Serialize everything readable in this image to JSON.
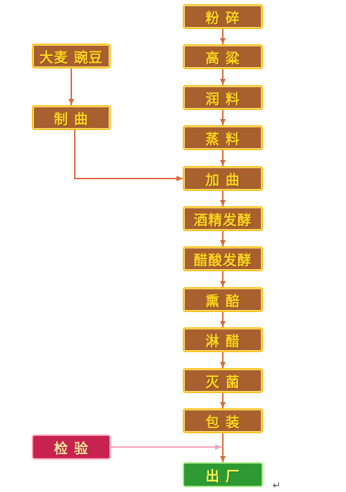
{
  "colors": {
    "node_fill": "#a8602e",
    "node_border": "#ffc21e",
    "node_text": "#ffd21e",
    "arrow": "#d96a3a",
    "inspect_fill": "#c8224e",
    "inspect_arrow": "#f5a0b8",
    "exit_fill": "#2e9a34"
  },
  "main_steps": [
    {
      "id": "crush",
      "label": "粉 碎"
    },
    {
      "id": "sorghum",
      "label": "高 粱"
    },
    {
      "id": "moisten",
      "label": "润 料"
    },
    {
      "id": "steam",
      "label": "蒸 料"
    },
    {
      "id": "add-qu",
      "label": "加 曲"
    },
    {
      "id": "alcohol-ferment",
      "label": "酒精发酵"
    },
    {
      "id": "acetic-ferment",
      "label": "醋酸发酵"
    },
    {
      "id": "smoke",
      "label": "熏 醅"
    },
    {
      "id": "leach",
      "label": "淋 醋"
    },
    {
      "id": "sterilize",
      "label": "灭 菌"
    },
    {
      "id": "package",
      "label": "包 装"
    }
  ],
  "side_steps": {
    "raw": {
      "label": "大麦 豌豆"
    },
    "make_qu": {
      "label": "制 曲"
    },
    "inspect": {
      "label": "检 验"
    }
  },
  "exit": {
    "label": "出 厂"
  },
  "para_mark": "↵"
}
